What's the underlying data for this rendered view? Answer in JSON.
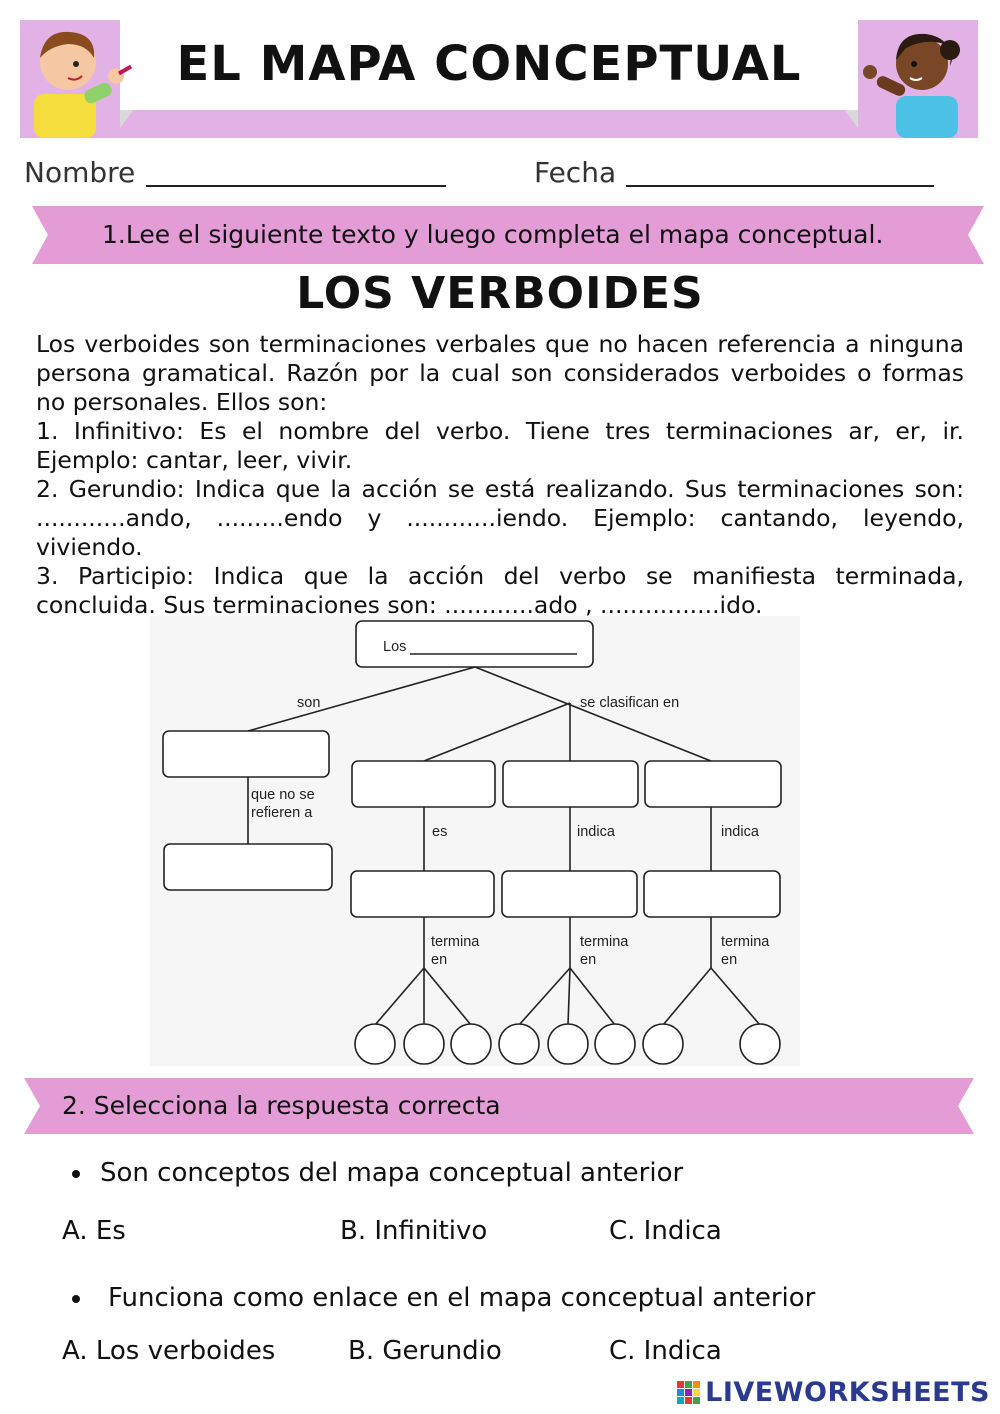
{
  "header": {
    "title": "EL MAPA CONCEPTUAL"
  },
  "fields": {
    "name_label": "Nombre",
    "date_label": "Fecha"
  },
  "instruction1": "1.Lee el siguiente texto y luego completa el mapa conceptual.",
  "section_title": "LOS VERBOIDES",
  "body_paragraphs": [
    "Los verboides son terminaciones verbales que no hacen referencia a ninguna persona gramatical. Razón por la cual son considerados verboides o formas no personales. Ellos son:",
    "1. Infinitivo: Es el nombre del verbo. Tiene tres terminaciones ar, er, ir. Ejemplo: cantar, leer, vivir.",
    "2. Gerundio: Indica que la acción se está realizando. Sus terminaciones son: ............ando, .........endo y ............iendo. Ejemplo: cantando, leyendo, viviendo.",
    "3. Participio: Indica que la acción del verbo se manifiesta terminada, concluida. Sus terminaciones son: ............ado , ................ido."
  ],
  "concept_map": {
    "root_label": "Los",
    "link_son": "son",
    "link_clasifican": "se clasifican en",
    "link_no_refieren_1": "que no se",
    "link_no_refieren_2": "refieren a",
    "link_es": "es",
    "link_indica_1": "indica",
    "link_indica_2": "indica",
    "link_termina": "termina",
    "link_en": "en"
  },
  "instruction2": "2. Selecciona la respuesta correcta",
  "questions": [
    {
      "text": "Son conceptos del mapa conceptual anterior",
      "options": [
        "A. Es",
        "B.  Infinitivo",
        "C. Indica"
      ]
    },
    {
      "text": "Funciona como enlace en el mapa conceptual anterior",
      "options": [
        "A. Los verboides",
        "B.  Gerundio",
        "C. Indica"
      ]
    }
  ],
  "footer": {
    "logo_text": "LIVEWORKSHEETS"
  },
  "colors": {
    "banner": "#e2b2e6",
    "ribbon": "#e49cd6",
    "logo": "#2a3a8c"
  }
}
